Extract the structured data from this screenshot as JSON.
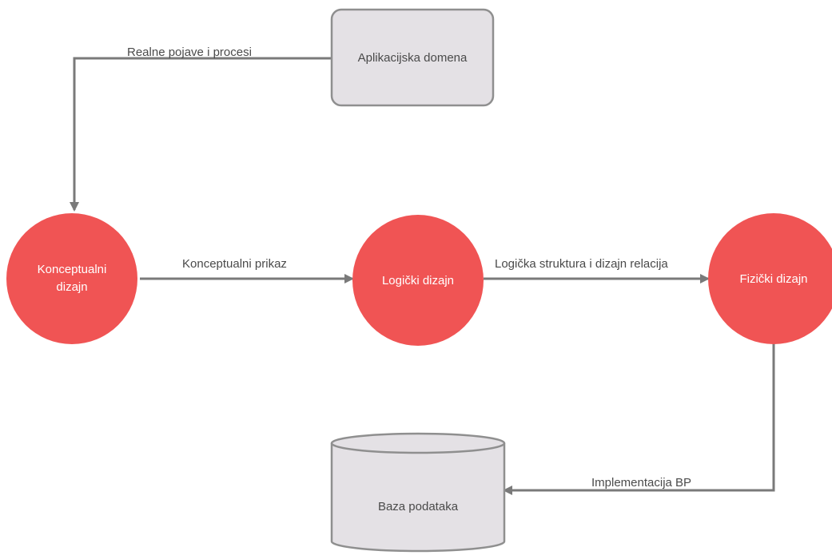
{
  "nodes": {
    "application_domain": "Aplikacijska domena",
    "conceptual_design": "Konceptualni dizajn",
    "logical_design": "Logički dizajn",
    "physical_design": "Fizički dizajn",
    "database": "Baza podataka"
  },
  "edges": {
    "real_phenomena": "Realne pojave i procesi",
    "conceptual_view": "Konceptualni prikaz",
    "logical_structure": "Logička struktura i dizajn relacija",
    "implementation": "Implementacija BP"
  },
  "colors": {
    "process_node": "#f05454",
    "store_node": "#e4e1e5",
    "store_border": "#8f8f8f",
    "edge": "#7a7a7a"
  }
}
